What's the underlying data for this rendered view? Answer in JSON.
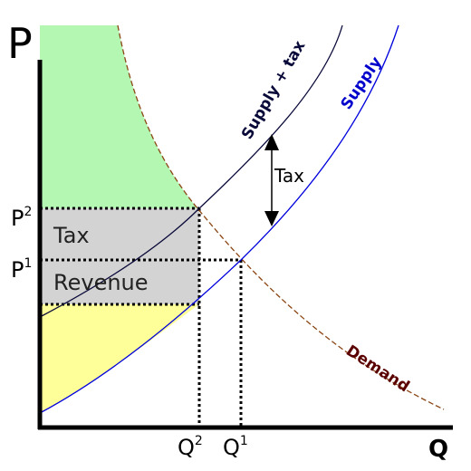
{
  "chart_data": {
    "type": "line",
    "xlabel": "Q",
    "ylabel": "P",
    "x_ticks": [
      {
        "main": "Q",
        "sup": "2"
      },
      {
        "main": "Q",
        "sup": "1"
      }
    ],
    "y_ticks": [
      {
        "main": "P",
        "sup": "2"
      },
      {
        "main": "P",
        "sup": "1"
      }
    ],
    "series": [
      {
        "name": "Supply + tax",
        "color": "#0a0a3a"
      },
      {
        "name": "Supply",
        "color": "#0000cc"
      },
      {
        "name": "Demand",
        "color": "#8b4513"
      }
    ],
    "annotations": {
      "tax_arrow_label": "Tax",
      "revenue_label_line1": "Tax",
      "revenue_label_line2": "Revenue"
    },
    "colors": {
      "consumer_surplus": "#b3f7b3",
      "producer_surplus": "#ffff99",
      "tax_revenue": "#d3d3d3",
      "demand_label": "#5a0000"
    }
  }
}
